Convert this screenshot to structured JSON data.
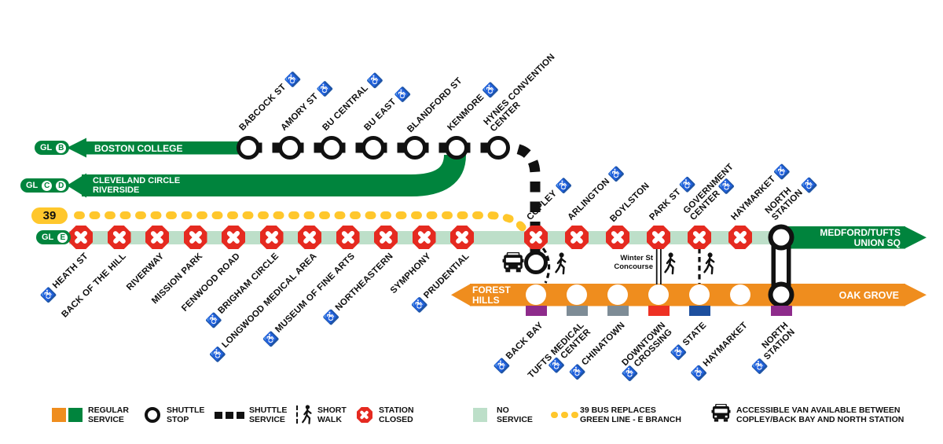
{
  "colors": {
    "green": "#00843D",
    "light_green": "#BDDFC9",
    "orange": "#EF8D1E",
    "yellow": "#FFC72C",
    "red": "#E52A20",
    "access_blue": "#2156A5",
    "commuter_purple": "#8E2B8B",
    "silver_gray": "#7E8C96",
    "red_line": "#EE3124",
    "blue_line": "#1D4F9E",
    "black": "#111111"
  },
  "pills": [
    {
      "id": "gl-b",
      "text": "GL",
      "letters": [
        "B"
      ]
    },
    {
      "id": "gl-c-d",
      "text": "GL",
      "letters": [
        "C",
        "D"
      ]
    },
    {
      "id": "bus-39",
      "text": "39",
      "letters": []
    },
    {
      "id": "gl-e",
      "text": "GL",
      "letters": [
        "E"
      ]
    }
  ],
  "arrows": {
    "boston_college": "BOSTON COLLEGE",
    "cleveland_riverside": "CLEVELAND CIRCLE\nRIVERSIDE",
    "medford_tufts": "MEDFORD/TUFTS\nUNION SQ",
    "forest_hills": "FOREST\nHILLS",
    "oak_grove": "OAK GROVE"
  },
  "b_branch_shuttle_stops": [
    {
      "name": "BABCOCK ST",
      "accessible": true
    },
    {
      "name": "AMORY ST",
      "accessible": true
    },
    {
      "name": "BU CENTRAL",
      "accessible": true
    },
    {
      "name": "BU EAST",
      "accessible": true
    },
    {
      "name": "BLANDFORD ST",
      "accessible": false
    },
    {
      "name": "KENMORE",
      "accessible": true
    },
    {
      "name": "HYNES CONVENTION\nCENTER",
      "accessible": false
    }
  ],
  "e_branch_closed": [
    {
      "name": "HEATH ST",
      "accessible": true
    },
    {
      "name": "BACK OF THE HILL",
      "accessible": false
    },
    {
      "name": "RIVERWAY",
      "accessible": false
    },
    {
      "name": "MISSION PARK",
      "accessible": false
    },
    {
      "name": "FENWOOD ROAD",
      "accessible": false
    },
    {
      "name": "BRIGHAM CIRCLE",
      "accessible": true
    },
    {
      "name": "LONGWOOD MEDICAL AREA",
      "accessible": true
    },
    {
      "name": "MUSEUM OF FINE ARTS",
      "accessible": true
    },
    {
      "name": "NORTHEASTERN",
      "accessible": true
    },
    {
      "name": "SYMPHONY",
      "accessible": false
    },
    {
      "name": "PRUDENTIAL",
      "accessible": true
    }
  ],
  "downtown_green": [
    {
      "name": "COPLEY",
      "accessible": true,
      "closed": true
    },
    {
      "name": "ARLINGTON",
      "accessible": true,
      "closed": true
    },
    {
      "name": "BOYLSTON",
      "accessible": false,
      "closed": true
    },
    {
      "name": "PARK ST",
      "accessible": true,
      "closed": true
    },
    {
      "name": "GOVERNMENT\nCENTER",
      "accessible": true,
      "closed": true
    },
    {
      "name": "HAYMARKET",
      "accessible": true,
      "closed": true
    },
    {
      "name": "NORTH\nSTATION",
      "accessible": true,
      "closed": false
    }
  ],
  "orange_line": [
    {
      "name": "BACK BAY",
      "accessible": true,
      "tick": "commuter_purple"
    },
    {
      "name": "TUFTS MEDICAL\nCENTER",
      "accessible": true,
      "tick": "silver_gray"
    },
    {
      "name": "CHINATOWN",
      "accessible": true,
      "tick": "silver_gray"
    },
    {
      "name": "DOWNTOWN\nCROSSING",
      "accessible": true,
      "tick": "red_line"
    },
    {
      "name": "STATE",
      "accessible": true,
      "tick": "blue_line"
    },
    {
      "name": "HAYMARKET",
      "accessible": true,
      "tick": null
    },
    {
      "name": "NORTH\nSTATION",
      "accessible": true,
      "tick": "commuter_purple"
    }
  ],
  "notes": {
    "winter_concourse": "Winter St\nConcourse"
  },
  "legend": [
    {
      "id": "regular-service",
      "label": "REGULAR\nSERVICE"
    },
    {
      "id": "shuttle-stop",
      "label": "SHUTTLE\nSTOP"
    },
    {
      "id": "shuttle-service",
      "label": "SHUTTLE\nSERVICE"
    },
    {
      "id": "short-walk",
      "label": "SHORT\nWALK"
    },
    {
      "id": "station-closed",
      "label": "STATION\nCLOSED"
    },
    {
      "id": "no-service",
      "label": "NO\nSERVICE"
    },
    {
      "id": "bus-39-replaces",
      "label": "39 BUS REPLACES\nGREEN LINE - E BRANCH"
    },
    {
      "id": "accessible-van",
      "label": "ACCESSIBLE VAN AVAILABLE BETWEEN\nCOPLEY/BACK BAY AND NORTH STATION"
    }
  ]
}
